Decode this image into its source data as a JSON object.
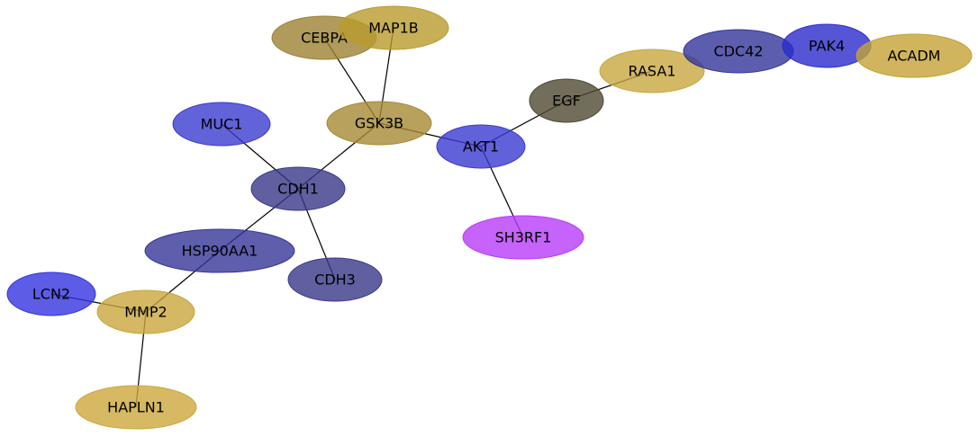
{
  "nodes": [
    {
      "id": "CEBPA",
      "label": "CEBPA",
      "color": "#9c8235"
    },
    {
      "id": "MAP1B",
      "label": "MAP1B",
      "color": "#b99b2e"
    },
    {
      "id": "GSK3B",
      "label": "GSK3B",
      "color": "#a68a35"
    },
    {
      "id": "MUC1",
      "label": "MUC1",
      "color": "#3b3bcf"
    },
    {
      "id": "CDH1",
      "label": "CDH1",
      "color": "#383888"
    },
    {
      "id": "AKT1",
      "label": "AKT1",
      "color": "#3a3ad0"
    },
    {
      "id": "EGF",
      "label": "EGF",
      "color": "#4f4a32"
    },
    {
      "id": "RASA1",
      "label": "RASA1",
      "color": "#c8a73e"
    },
    {
      "id": "CDC42",
      "label": "CDC42",
      "color": "#34349a"
    },
    {
      "id": "PAK4",
      "label": "PAK4",
      "color": "#2b2bcc"
    },
    {
      "id": "ACADM",
      "label": "ACADM",
      "color": "#c4a236"
    },
    {
      "id": "SH3RF1",
      "label": "SH3RF1",
      "color": "#b73cfa"
    },
    {
      "id": "HSP90AA1",
      "label": "HSP90AA1",
      "color": "#363698"
    },
    {
      "id": "CDH3",
      "label": "CDH3",
      "color": "#383888"
    },
    {
      "id": "LCN2",
      "label": "LCN2",
      "color": "#3333e0"
    },
    {
      "id": "MMP2",
      "label": "MMP2",
      "color": "#c9a63d"
    },
    {
      "id": "HAPLN1",
      "label": "HAPLN1",
      "color": "#cca83b"
    }
  ],
  "edges": [
    [
      "CEBPA",
      "GSK3B"
    ],
    [
      "MAP1B",
      "GSK3B"
    ],
    [
      "GSK3B",
      "AKT1"
    ],
    [
      "GSK3B",
      "CDH1"
    ],
    [
      "MUC1",
      "CDH1"
    ],
    [
      "CDH1",
      "HSP90AA1"
    ],
    [
      "CDH1",
      "CDH3"
    ],
    [
      "AKT1",
      "EGF"
    ],
    [
      "AKT1",
      "SH3RF1"
    ],
    [
      "EGF",
      "RASA1"
    ],
    [
      "HSP90AA1",
      "MMP2"
    ],
    [
      "LCN2",
      "MMP2"
    ],
    [
      "MMP2",
      "HAPLN1"
    ]
  ]
}
